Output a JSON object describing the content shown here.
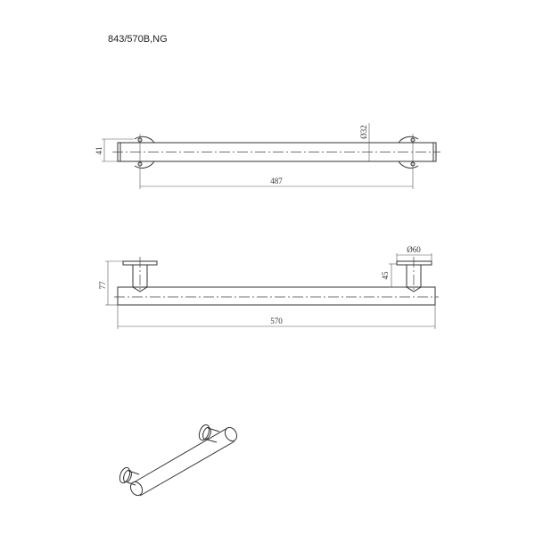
{
  "title": "843/570B,NG",
  "top_view": {
    "dim_diameter": "Ø32",
    "dim_height": "41",
    "dim_centers": "487"
  },
  "side_view": {
    "dim_flange": "Ø60",
    "dim_projection": "45",
    "dim_depth": "77",
    "dim_length": "570"
  }
}
